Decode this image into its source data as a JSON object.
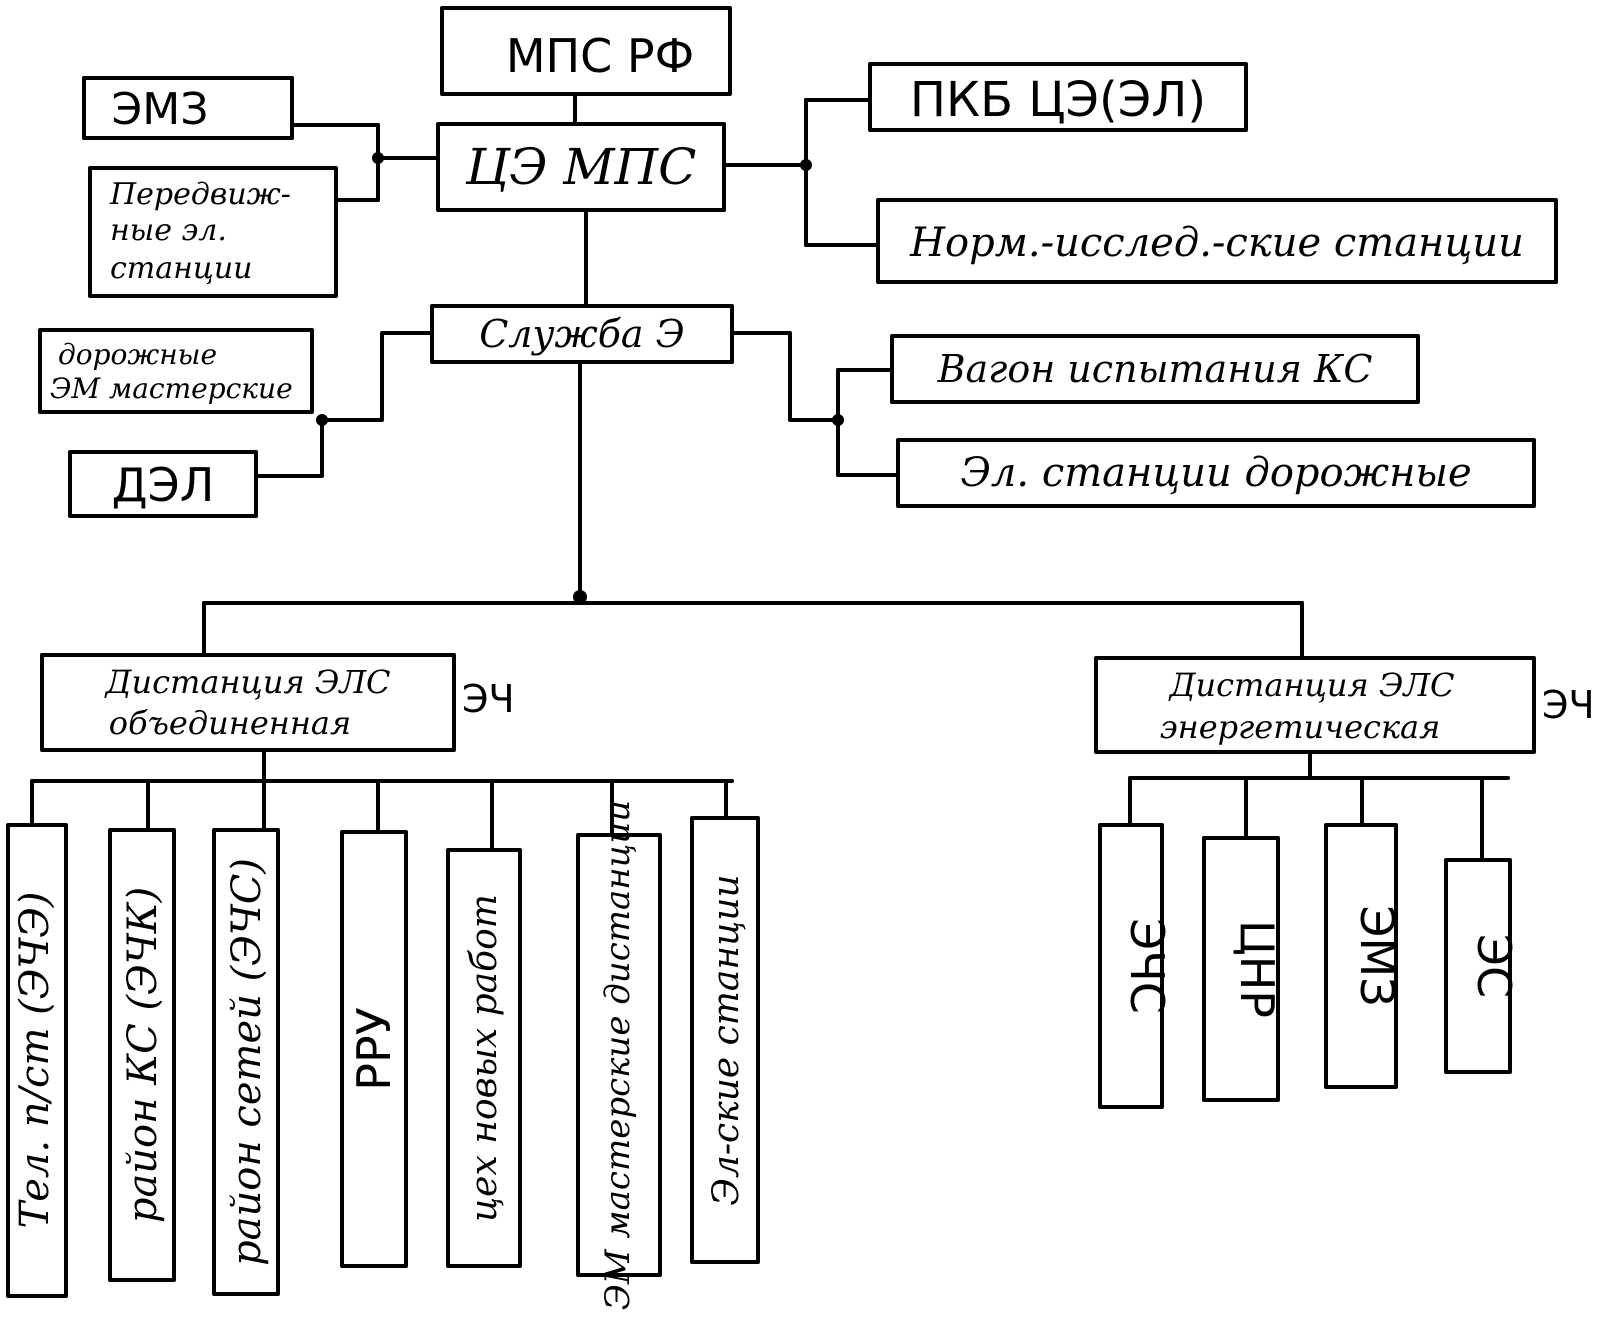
{
  "top": {
    "mps_rf": "МПС РФ",
    "tse_mps": "ЦЭ МПС",
    "emz": "ЭМЗ",
    "mobile_stations": [
      "Передвиж-",
      "ные эл.",
      "станции"
    ],
    "pkb": "ПКБ ЦЭ(ЭЛ)",
    "norm_stations": "Норм.-исслед.-ские станции"
  },
  "service": {
    "sluzhba": "Служба Э",
    "road_workshops": [
      "дорожные",
      "ЭМ мастерские"
    ],
    "del": "ДЭЛ",
    "wagon": "Вагон испытания КС",
    "road_stations": "Эл. станции дорожные"
  },
  "distances": {
    "left": {
      "lines": [
        "Дистанция ЭЛС",
        "объединенная"
      ],
      "code": "ЭЧ"
    },
    "right": {
      "lines": [
        "Дистанция ЭЛС",
        "энергетическая"
      ],
      "code": "ЭЧ"
    }
  },
  "left_units": [
    "Тел. п/ст (ЭЧЭ)",
    "район КС (ЭЧК)",
    "район сетей (ЭЧС)",
    "РРУ",
    "цех новых работ",
    "ЭМ мастерские дистанции",
    "Эл-ские станции"
  ],
  "right_units": [
    "ЭЧС",
    "ЦНР",
    "ЭМЗ",
    "ЭС"
  ]
}
